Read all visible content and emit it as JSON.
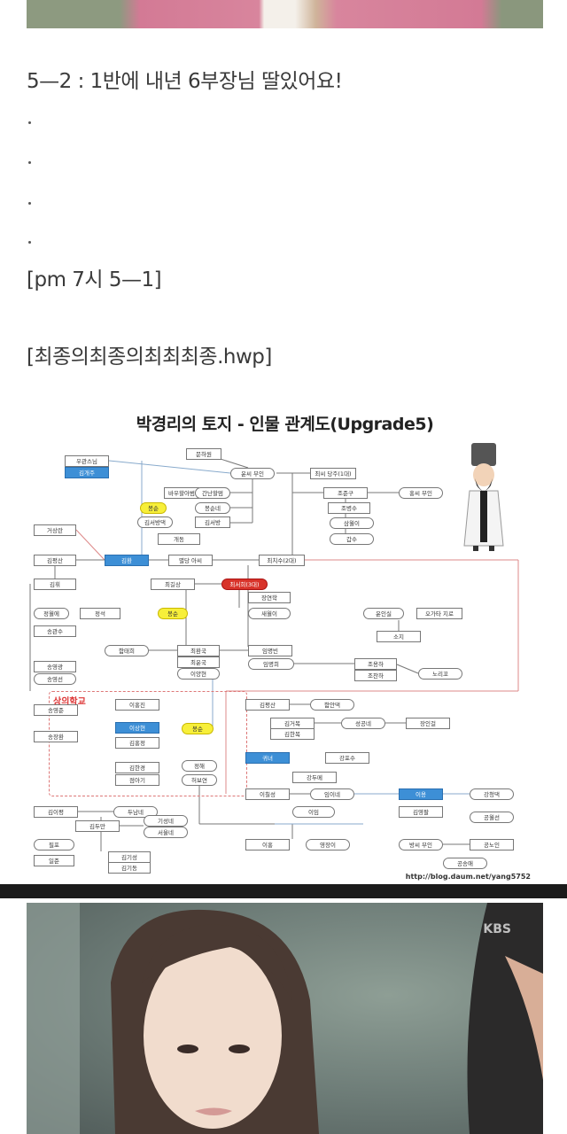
{
  "post": {
    "line1": "5—2 : 1반에 내년 6부장님 딸있어요!",
    "dots": [
      ".",
      ".",
      ".",
      "."
    ],
    "line2": "[pm 7시 5—1]",
    "line3": "[최종의최종의최최최종.hwp]"
  },
  "diagram": {
    "title": "박경리의 토지 - 인물 관계도(Upgrade5)",
    "school_label": "상의학교",
    "url": "http://blog.daum.net/yang5752",
    "nodes": [
      {
        "name": "문하원",
        "style": ""
      },
      {
        "name": "우관스님",
        "style": ""
      },
      {
        "name": "김개주",
        "style": "blue"
      },
      {
        "name": "윤씨 부인",
        "style": "round"
      },
      {
        "name": "최씨 당주(1대)",
        "style": ""
      },
      {
        "name": "바우할아범",
        "style": ""
      },
      {
        "name": "간난할멈",
        "style": "round"
      },
      {
        "name": "봉순",
        "style": "yellow"
      },
      {
        "name": "봉순네",
        "style": "round"
      },
      {
        "name": "김서방댁",
        "style": "round"
      },
      {
        "name": "김서방",
        "style": ""
      },
      {
        "name": "개동",
        "style": ""
      },
      {
        "name": "조준구",
        "style": ""
      },
      {
        "name": "홍씨 부인",
        "style": "round"
      },
      {
        "name": "조병수",
        "style": ""
      },
      {
        "name": "삼월이",
        "style": "round"
      },
      {
        "name": "갑수",
        "style": "round"
      },
      {
        "name": "거상란",
        "style": ""
      },
      {
        "name": "김평산",
        "style": ""
      },
      {
        "name": "김환",
        "style": "blue"
      },
      {
        "name": "별당 아씨",
        "style": ""
      },
      {
        "name": "최치수(2대)",
        "style": ""
      },
      {
        "name": "김휘",
        "style": ""
      },
      {
        "name": "최길상",
        "style": ""
      },
      {
        "name": "최서희(3대)",
        "style": "red"
      },
      {
        "name": "장연학",
        "style": ""
      },
      {
        "name": "새월이",
        "style": "round"
      },
      {
        "name": "윤인실",
        "style": "round"
      },
      {
        "name": "오가타 지로",
        "style": ""
      },
      {
        "name": "정월에",
        "style": "round"
      },
      {
        "name": "정석",
        "style": ""
      },
      {
        "name": "봉순",
        "style": "yellow"
      },
      {
        "name": "송관수",
        "style": ""
      },
      {
        "name": "함태희",
        "style": "round"
      },
      {
        "name": "최환국",
        "style": ""
      },
      {
        "name": "최윤국",
        "style": ""
      },
      {
        "name": "이양현",
        "style": "round"
      },
      {
        "name": "임명빈",
        "style": ""
      },
      {
        "name": "임명희",
        "style": "round"
      },
      {
        "name": "소지",
        "style": ""
      },
      {
        "name": "조용하",
        "style": ""
      },
      {
        "name": "조찬하",
        "style": ""
      },
      {
        "name": "노리꼬",
        "style": "round"
      },
      {
        "name": "송영광",
        "style": ""
      },
      {
        "name": "송영선",
        "style": "round"
      },
      {
        "name": "이홍진",
        "style": ""
      },
      {
        "name": "송영준",
        "style": ""
      },
      {
        "name": "이상현",
        "style": "blue"
      },
      {
        "name": "봉순",
        "style": "yellow"
      },
      {
        "name": "송장환",
        "style": ""
      },
      {
        "name": "김홍정",
        "style": ""
      },
      {
        "name": "김한경",
        "style": ""
      },
      {
        "name": "정해",
        "style": "round"
      },
      {
        "name": "점아기",
        "style": ""
      },
      {
        "name": "허보연",
        "style": "round"
      },
      {
        "name": "김평산",
        "style": ""
      },
      {
        "name": "함안댁",
        "style": "round"
      },
      {
        "name": "김거복",
        "style": ""
      },
      {
        "name": "김한복",
        "style": ""
      },
      {
        "name": "성공네",
        "style": "round"
      },
      {
        "name": "장인걸",
        "style": ""
      },
      {
        "name": "귀녀",
        "style": "blue"
      },
      {
        "name": "강포수",
        "style": ""
      },
      {
        "name": "강두메",
        "style": ""
      },
      {
        "name": "이칠성",
        "style": ""
      },
      {
        "name": "임이네",
        "style": "round"
      },
      {
        "name": "이용",
        "style": "blue"
      },
      {
        "name": "강청댁",
        "style": "round"
      },
      {
        "name": "이임",
        "style": "round"
      },
      {
        "name": "김영팔",
        "style": ""
      },
      {
        "name": "공월선",
        "style": "round"
      },
      {
        "name": "김이평",
        "style": ""
      },
      {
        "name": "두남네",
        "style": "round"
      },
      {
        "name": "김두만",
        "style": ""
      },
      {
        "name": "기성네",
        "style": "round"
      },
      {
        "name": "서울네",
        "style": "round"
      },
      {
        "name": "필포",
        "style": "round"
      },
      {
        "name": "일준",
        "style": ""
      },
      {
        "name": "김기성",
        "style": ""
      },
      {
        "name": "김기동",
        "style": ""
      },
      {
        "name": "이홍",
        "style": ""
      },
      {
        "name": "영장이",
        "style": "round"
      },
      {
        "name": "방씨 부인",
        "style": "round"
      },
      {
        "name": "공노인",
        "style": ""
      },
      {
        "name": "공송애",
        "style": "round"
      }
    ]
  },
  "video": {
    "watermark": "KBS"
  }
}
